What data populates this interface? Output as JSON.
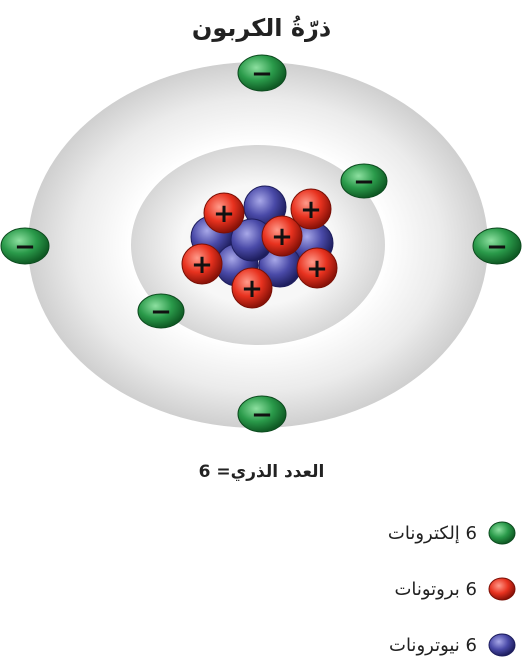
{
  "title": "ذرّةُ الكربون",
  "atomic_number_label": "العدد الذري= 6",
  "legend": [
    {
      "label": "6 إلكترونات",
      "particle": "electron",
      "color": "#2a9a4a"
    },
    {
      "label": "6 بروتونات",
      "particle": "proton",
      "color": "#e03020"
    },
    {
      "label": "6 نيوترونات",
      "particle": "neutron",
      "color": "#3c3c96"
    }
  ],
  "symbols": {
    "electron": "−",
    "proton": "+"
  },
  "counts": {
    "electrons": 6,
    "protons": 6,
    "neutrons": 6,
    "inner_shell_electrons": 2,
    "outer_shell_electrons": 4
  }
}
